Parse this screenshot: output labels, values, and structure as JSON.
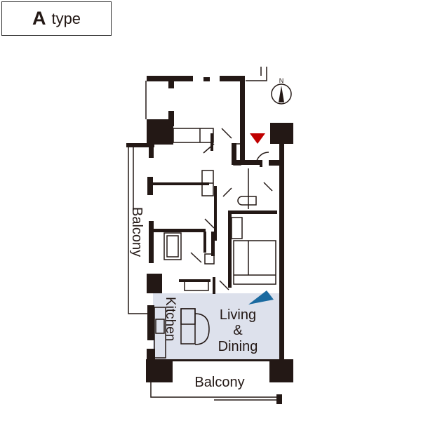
{
  "header": {
    "type_letter": "A",
    "type_word": "type"
  },
  "compass": {
    "label": "N"
  },
  "rooms": {
    "living_line1": "Living",
    "living_line2": "&",
    "living_line3": "Dining",
    "kitchen": "Kitchen",
    "balcony_bottom": "Balcony",
    "balcony_left": "Balcony"
  },
  "colors": {
    "wall": "#231815",
    "living_fill": "#dde1ec",
    "entrance_marker": "#c00000",
    "view_arrow": "#1a6aa0"
  }
}
